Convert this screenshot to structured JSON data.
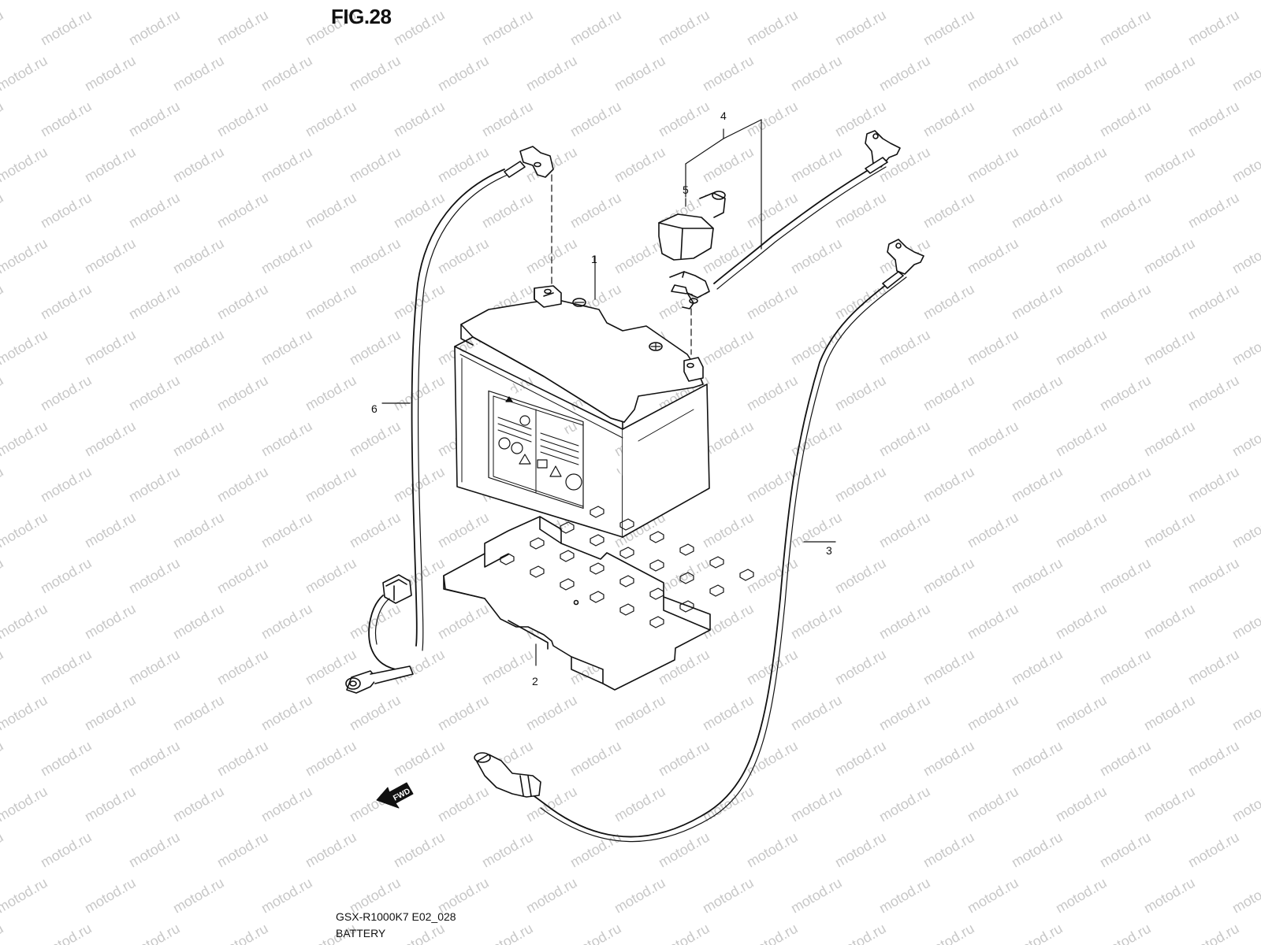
{
  "figure": {
    "title": "FIG.28",
    "model_code": "GSX-R1000K7 E02_028",
    "section_name": "BATTERY",
    "fwd_label": "FWD",
    "watermark": "motod.ru"
  },
  "callouts": [
    {
      "number": "1",
      "part": "battery"
    },
    {
      "number": "2",
      "part": "battery-tray"
    },
    {
      "number": "3",
      "part": "negative-cable"
    },
    {
      "number": "4",
      "part": "positive-cable"
    },
    {
      "number": "5",
      "part": "terminal-cover"
    },
    {
      "number": "6",
      "part": "ground-wire"
    }
  ],
  "colors": {
    "line": "#111111",
    "background": "#ffffff",
    "watermark": "#c8c8c8"
  }
}
